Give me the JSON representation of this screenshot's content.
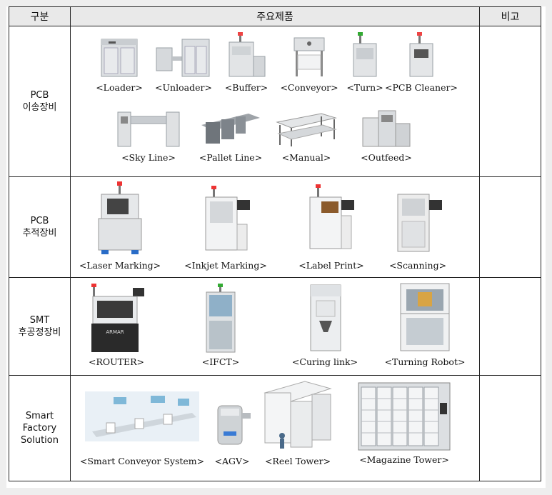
{
  "headers": {
    "category": "구분",
    "products": "주요제품",
    "remarks": "비고"
  },
  "rows": [
    {
      "category": [
        "PCB",
        "이송장비"
      ],
      "products": [
        "<Loader>",
        "<Unloader>",
        "<Buffer>",
        "<Conveyor>",
        "<Turn>",
        "<PCB Cleaner>",
        "<Sky Line>",
        "<Pallet Line>",
        "<Manual>",
        "<Outfeed>"
      ]
    },
    {
      "category": [
        "PCB",
        "추적장비"
      ],
      "products": [
        "<Laser Marking>",
        "<Inkjet Marking>",
        "<Label Print>",
        "<Scanning>"
      ]
    },
    {
      "category": [
        "SMT",
        "후공정장비"
      ],
      "products": [
        "<ROUTER>",
        "<IFCT>",
        "<Curing link>",
        "<Turning Robot>"
      ]
    },
    {
      "category": [
        "Smart",
        "Factory",
        "Solution"
      ],
      "products": [
        "<Smart Conveyor System>",
        "<AGV>",
        "<Reel Tower>",
        "<Magazine Tower>"
      ]
    }
  ],
  "router_screen_brand": "ARMAR"
}
